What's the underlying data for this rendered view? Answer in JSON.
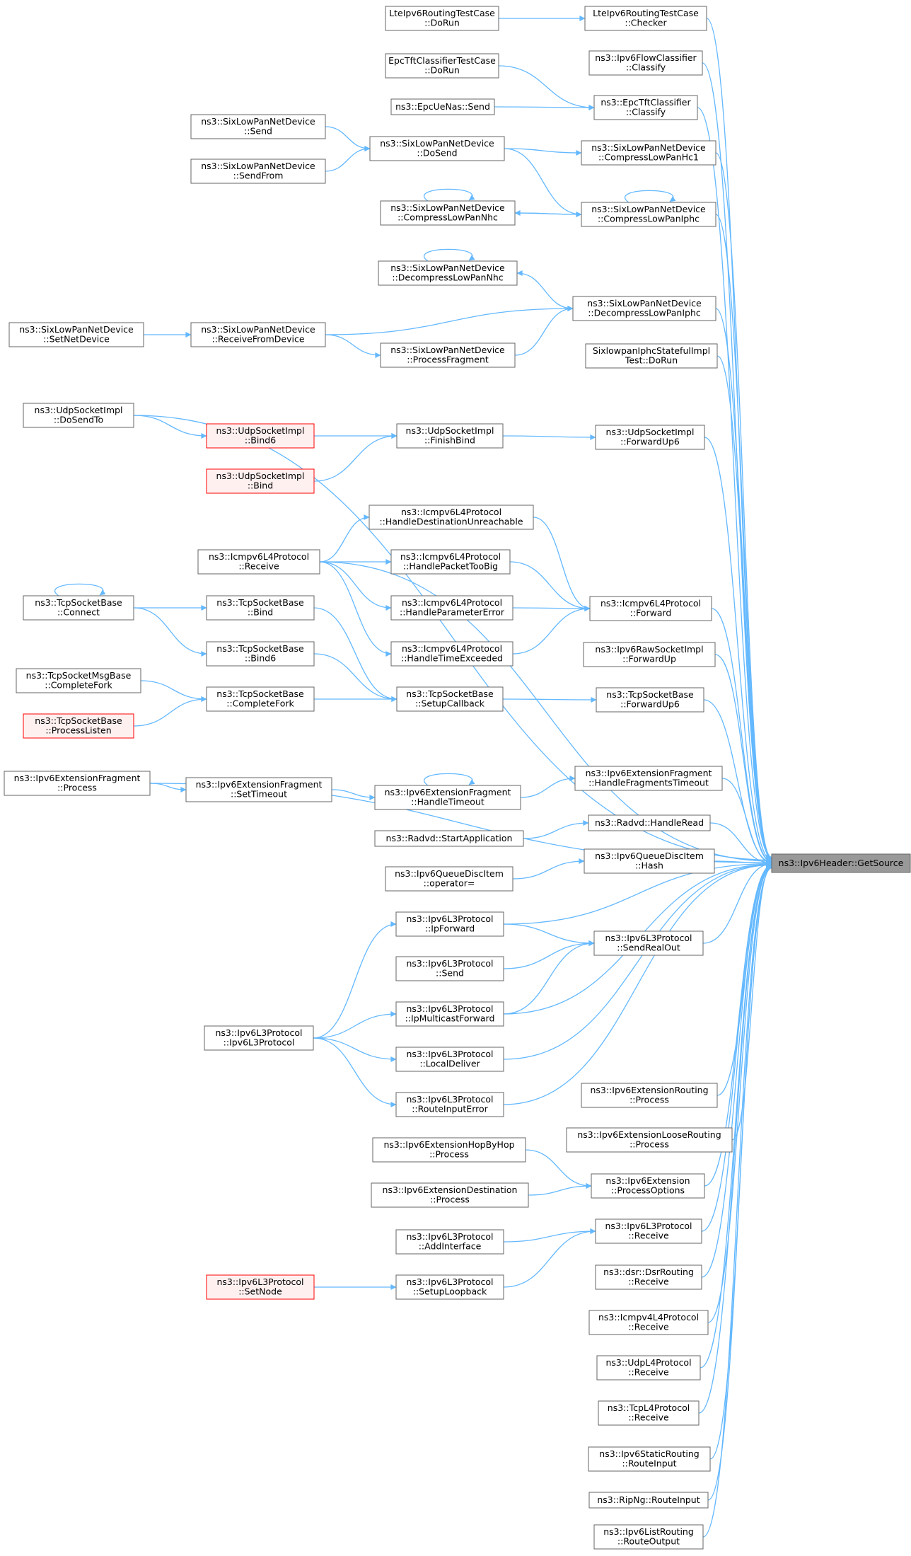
{
  "graph": {
    "title": "",
    "target": "ns3::Ipv6Header::GetSource",
    "colors": {
      "edge": "#63b8ff",
      "node_border": "#666666",
      "target_fill": "#999999",
      "highlight_border": "#ff0000",
      "highlight_fill": "#fff0f0"
    },
    "nodes": [
      {
        "id": "target",
        "lines": [
          "ns3::Ipv6Header::GetSource"
        ],
        "style": "target"
      },
      {
        "id": "lte_checker",
        "lines": [
          "LteIpv6RoutingTestCase",
          "::Checker"
        ]
      },
      {
        "id": "lte_dorun",
        "lines": [
          "LteIpv6RoutingTestCase",
          "::DoRun"
        ]
      },
      {
        "id": "flowclassifier",
        "lines": [
          "ns3::Ipv6FlowClassifier",
          "::Classify"
        ]
      },
      {
        "id": "epctft_dorun",
        "lines": [
          "EpcTftClassifierTestCase",
          "::DoRun"
        ]
      },
      {
        "id": "epcuenas_send",
        "lines": [
          "ns3::EpcUeNas::Send"
        ]
      },
      {
        "id": "epctft_classify",
        "lines": [
          "ns3::EpcTftClassifier",
          "::Classify"
        ]
      },
      {
        "id": "sl_send",
        "lines": [
          "ns3::SixLowPanNetDevice",
          "::Send"
        ]
      },
      {
        "id": "sl_sendfrom",
        "lines": [
          "ns3::SixLowPanNetDevice",
          "::SendFrom"
        ]
      },
      {
        "id": "sl_dosend",
        "lines": [
          "ns3::SixLowPanNetDevice",
          "::DoSend"
        ]
      },
      {
        "id": "sl_hc1",
        "lines": [
          "ns3::SixLowPanNetDevice",
          "::CompressLowPanHc1"
        ]
      },
      {
        "id": "sl_cnhc",
        "lines": [
          "ns3::SixLowPanNetDevice",
          "::CompressLowPanNhc"
        ]
      },
      {
        "id": "sl_ciphc",
        "lines": [
          "ns3::SixLowPanNetDevice",
          "::CompressLowPanIphc"
        ]
      },
      {
        "id": "sl_dnhc",
        "lines": [
          "ns3::SixLowPanNetDevice",
          "::DecompressLowPanNhc"
        ]
      },
      {
        "id": "sl_diphc",
        "lines": [
          "ns3::SixLowPanNetDevice",
          "::DecompressLowPanIphc"
        ]
      },
      {
        "id": "sl_setnet",
        "lines": [
          "ns3::SixLowPanNetDevice",
          "::SetNetDevice"
        ]
      },
      {
        "id": "sl_recv",
        "lines": [
          "ns3::SixLowPanNetDevice",
          "::ReceiveFromDevice"
        ]
      },
      {
        "id": "sl_procfrag",
        "lines": [
          "ns3::SixLowPanNetDevice",
          "::ProcessFragment"
        ]
      },
      {
        "id": "sixiphc_dorun",
        "lines": [
          "SixlowpanIphcStatefulImpl",
          "Test::DoRun"
        ]
      },
      {
        "id": "udp_dosendto",
        "lines": [
          "ns3::UdpSocketImpl",
          "::DoSendTo"
        ]
      },
      {
        "id": "udp_bind6",
        "lines": [
          "ns3::UdpSocketImpl",
          "::Bind6"
        ],
        "style": "red"
      },
      {
        "id": "udp_bind",
        "lines": [
          "ns3::UdpSocketImpl",
          "::Bind"
        ],
        "style": "red"
      },
      {
        "id": "udp_finishbind",
        "lines": [
          "ns3::UdpSocketImpl",
          "::FinishBind"
        ]
      },
      {
        "id": "udp_fwdup6",
        "lines": [
          "ns3::UdpSocketImpl",
          "::ForwardUp6"
        ]
      },
      {
        "id": "icmp6_hdu",
        "lines": [
          "ns3::Icmpv6L4Protocol",
          "::HandleDestinationUnreachable"
        ]
      },
      {
        "id": "icmp6_receive",
        "lines": [
          "ns3::Icmpv6L4Protocol",
          "::Receive"
        ]
      },
      {
        "id": "icmp6_hptb",
        "lines": [
          "ns3::Icmpv6L4Protocol",
          "::HandlePacketTooBig"
        ]
      },
      {
        "id": "icmp6_hpe",
        "lines": [
          "ns3::Icmpv6L4Protocol",
          "::HandleParameterError"
        ]
      },
      {
        "id": "icmp6_hte",
        "lines": [
          "ns3::Icmpv6L4Protocol",
          "::HandleTimeExceeded"
        ]
      },
      {
        "id": "icmp6_forward",
        "lines": [
          "ns3::Icmpv6L4Protocol",
          "::Forward"
        ]
      },
      {
        "id": "tcp_connect",
        "lines": [
          "ns3::TcpSocketBase",
          "::Connect"
        ]
      },
      {
        "id": "tcp_bind",
        "lines": [
          "ns3::TcpSocketBase",
          "::Bind"
        ]
      },
      {
        "id": "tcp_bind6",
        "lines": [
          "ns3::TcpSocketBase",
          "::Bind6"
        ]
      },
      {
        "id": "tcpmsg_cf",
        "lines": [
          "ns3::TcpSocketMsgBase",
          "::CompleteFork"
        ]
      },
      {
        "id": "tcp_proclisten",
        "lines": [
          "ns3::TcpSocketBase",
          "::ProcessListen"
        ],
        "style": "red"
      },
      {
        "id": "tcp_cf",
        "lines": [
          "ns3::TcpSocketBase",
          "::CompleteFork"
        ]
      },
      {
        "id": "tcp_setupcb",
        "lines": [
          "ns3::TcpSocketBase",
          "::SetupCallback"
        ]
      },
      {
        "id": "rawsock_fwdup",
        "lines": [
          "ns3::Ipv6RawSocketImpl",
          "::ForwardUp"
        ]
      },
      {
        "id": "tcp_fwdup6",
        "lines": [
          "ns3::TcpSocketBase",
          "::ForwardUp6"
        ]
      },
      {
        "id": "extfrag_process",
        "lines": [
          "ns3::Ipv6ExtensionFragment",
          "::Process"
        ]
      },
      {
        "id": "extfrag_settimeout",
        "lines": [
          "ns3::Ipv6ExtensionFragment",
          "::SetTimeout"
        ]
      },
      {
        "id": "extfrag_handletimeout",
        "lines": [
          "ns3::Ipv6ExtensionFragment",
          "::HandleTimeout"
        ]
      },
      {
        "id": "extfrag_hft",
        "lines": [
          "ns3::Ipv6ExtensionFragment",
          "::HandleFragmentsTimeout"
        ]
      },
      {
        "id": "radvd_start",
        "lines": [
          "ns3::Radvd::StartApplication"
        ]
      },
      {
        "id": "radvd_handleread",
        "lines": [
          "ns3::Radvd::HandleRead"
        ]
      },
      {
        "id": "qdisc_opeq",
        "lines": [
          "ns3::Ipv6QueueDiscItem",
          "::operator="
        ]
      },
      {
        "id": "qdisc_hash",
        "lines": [
          "ns3::Ipv6QueueDiscItem",
          "::Hash"
        ]
      },
      {
        "id": "l3_ipforward",
        "lines": [
          "ns3::Ipv6L3Protocol",
          "::IpForward"
        ]
      },
      {
        "id": "l3_send",
        "lines": [
          "ns3::Ipv6L3Protocol",
          "::Send"
        ]
      },
      {
        "id": "l3_sendrealout",
        "lines": [
          "ns3::Ipv6L3Protocol",
          "::SendRealOut"
        ]
      },
      {
        "id": "l3_ctor",
        "lines": [
          "ns3::Ipv6L3Protocol",
          "::Ipv6L3Protocol"
        ]
      },
      {
        "id": "l3_ipmcfwd",
        "lines": [
          "ns3::Ipv6L3Protocol",
          "::IpMulticastForward"
        ]
      },
      {
        "id": "l3_localdeliver",
        "lines": [
          "ns3::Ipv6L3Protocol",
          "::LocalDeliver"
        ]
      },
      {
        "id": "l3_routeinputerror",
        "lines": [
          "ns3::Ipv6L3Protocol",
          "::RouteInputError"
        ]
      },
      {
        "id": "extrouting_process",
        "lines": [
          "ns3::Ipv6ExtensionRouting",
          "::Process"
        ]
      },
      {
        "id": "extloose_process",
        "lines": [
          "ns3::Ipv6ExtensionLooseRouting",
          "::Process"
        ]
      },
      {
        "id": "exthbh_process",
        "lines": [
          "ns3::Ipv6ExtensionHopByHop",
          "::Process"
        ]
      },
      {
        "id": "extdest_process",
        "lines": [
          "ns3::Ipv6ExtensionDestination",
          "::Process"
        ]
      },
      {
        "id": "ext_procopts",
        "lines": [
          "ns3::Ipv6Extension",
          "::ProcessOptions"
        ]
      },
      {
        "id": "l3_addif",
        "lines": [
          "ns3::Ipv6L3Protocol",
          "::AddInterface"
        ]
      },
      {
        "id": "l3_setnode",
        "lines": [
          "ns3::Ipv6L3Protocol",
          "::SetNode"
        ],
        "style": "red"
      },
      {
        "id": "l3_setuploop",
        "lines": [
          "ns3::Ipv6L3Protocol",
          "::SetupLoopback"
        ]
      },
      {
        "id": "l3_receive",
        "lines": [
          "ns3::Ipv6L3Protocol",
          "::Receive"
        ]
      },
      {
        "id": "dsr_receive",
        "lines": [
          "ns3::dsr::DsrRouting",
          "::Receive"
        ]
      },
      {
        "id": "icmp4_receive",
        "lines": [
          "ns3::Icmpv4L4Protocol",
          "::Receive"
        ]
      },
      {
        "id": "udpl4_receive",
        "lines": [
          "ns3::UdpL4Protocol",
          "::Receive"
        ]
      },
      {
        "id": "tcpl4_receive",
        "lines": [
          "ns3::TcpL4Protocol",
          "::Receive"
        ]
      },
      {
        "id": "static_routeinput",
        "lines": [
          "ns3::Ipv6StaticRouting",
          "::RouteInput"
        ]
      },
      {
        "id": "ripng_routeinput",
        "lines": [
          "ns3::RipNg::RouteInput"
        ]
      },
      {
        "id": "list_routeoutput",
        "lines": [
          "ns3::Ipv6ListRouting",
          "::RouteOutput"
        ]
      }
    ],
    "edges": [
      [
        "lte_dorun",
        "lte_checker"
      ],
      [
        "epctft_dorun",
        "epctft_classify"
      ],
      [
        "epcuenas_send",
        "epctft_classify"
      ],
      [
        "sl_send",
        "sl_dosend"
      ],
      [
        "sl_sendfrom",
        "sl_dosend"
      ],
      [
        "sl_dosend",
        "sl_hc1"
      ],
      [
        "sl_dosend",
        "sl_ciphc"
      ],
      [
        "sl_cnhc",
        "sl_cnhc"
      ],
      [
        "sl_ciphc",
        "sl_ciphc"
      ],
      [
        "sl_ciphc",
        "sl_cnhc"
      ],
      [
        "sl_cnhc",
        "sl_ciphc"
      ],
      [
        "sl_dnhc",
        "sl_dnhc"
      ],
      [
        "sl_diphc",
        "sl_dnhc"
      ],
      [
        "sl_setnet",
        "sl_recv"
      ],
      [
        "sl_recv",
        "sl_diphc"
      ],
      [
        "sl_recv",
        "sl_procfrag"
      ],
      [
        "sl_procfrag",
        "sl_diphc"
      ],
      [
        "udp_dosendto",
        "udp_bind6"
      ],
      [
        "udp_bind6",
        "udp_finishbind"
      ],
      [
        "udp_bind",
        "udp_finishbind"
      ],
      [
        "udp_finishbind",
        "udp_fwdup6"
      ],
      [
        "icmp6_receive",
        "icmp6_hdu"
      ],
      [
        "icmp6_receive",
        "icmp6_hptb"
      ],
      [
        "icmp6_receive",
        "icmp6_hpe"
      ],
      [
        "icmp6_receive",
        "icmp6_hte"
      ],
      [
        "icmp6_hdu",
        "icmp6_forward"
      ],
      [
        "icmp6_hptb",
        "icmp6_forward"
      ],
      [
        "icmp6_hpe",
        "icmp6_forward"
      ],
      [
        "icmp6_hte",
        "icmp6_forward"
      ],
      [
        "tcp_connect",
        "tcp_connect"
      ],
      [
        "tcp_connect",
        "tcp_bind"
      ],
      [
        "tcp_connect",
        "tcp_bind6"
      ],
      [
        "tcpmsg_cf",
        "tcp_cf"
      ],
      [
        "tcp_proclisten",
        "tcp_cf"
      ],
      [
        "tcp_bind",
        "tcp_setupcb"
      ],
      [
        "tcp_bind6",
        "tcp_setupcb"
      ],
      [
        "tcp_cf",
        "tcp_setupcb"
      ],
      [
        "tcp_setupcb",
        "tcp_fwdup6"
      ],
      [
        "extfrag_process",
        "extfrag_settimeout"
      ],
      [
        "extfrag_settimeout",
        "extfrag_handletimeout"
      ],
      [
        "extfrag_handletimeout",
        "extfrag_handletimeout"
      ],
      [
        "extfrag_handletimeout",
        "extfrag_hft"
      ],
      [
        "radvd_start",
        "radvd_handleread"
      ],
      [
        "qdisc_opeq",
        "qdisc_hash"
      ],
      [
        "l3_ipforward",
        "l3_sendrealout"
      ],
      [
        "l3_send",
        "l3_sendrealout"
      ],
      [
        "l3_ipmcfwd",
        "l3_sendrealout"
      ],
      [
        "l3_ctor",
        "l3_ipforward"
      ],
      [
        "l3_ctor",
        "l3_ipmcfwd"
      ],
      [
        "l3_ctor",
        "l3_localdeliver"
      ],
      [
        "l3_ctor",
        "l3_routeinputerror"
      ],
      [
        "exthbh_process",
        "ext_procopts"
      ],
      [
        "extdest_process",
        "ext_procopts"
      ],
      [
        "l3_addif",
        "l3_receive"
      ],
      [
        "l3_setnode",
        "l3_setuploop"
      ],
      [
        "l3_setuploop",
        "l3_receive"
      ],
      [
        "lte_checker",
        "target"
      ],
      [
        "flowclassifier",
        "target"
      ],
      [
        "epctft_classify",
        "target"
      ],
      [
        "sl_hc1",
        "target"
      ],
      [
        "sl_ciphc",
        "target"
      ],
      [
        "sl_diphc",
        "target"
      ],
      [
        "sixiphc_dorun",
        "target"
      ],
      [
        "udp_dosendto",
        "target"
      ],
      [
        "udp_fwdup6",
        "target"
      ],
      [
        "icmp6_receive",
        "target"
      ],
      [
        "icmp6_forward",
        "target"
      ],
      [
        "rawsock_fwdup",
        "target"
      ],
      [
        "tcp_fwdup6",
        "target"
      ],
      [
        "extfrag_process",
        "target"
      ],
      [
        "extfrag_hft",
        "target"
      ],
      [
        "radvd_handleread",
        "target"
      ],
      [
        "qdisc_hash",
        "target"
      ],
      [
        "l3_ipforward",
        "target"
      ],
      [
        "l3_sendrealout",
        "target"
      ],
      [
        "l3_ipmcfwd",
        "target"
      ],
      [
        "l3_localdeliver",
        "target"
      ],
      [
        "l3_routeinputerror",
        "target"
      ],
      [
        "extrouting_process",
        "target"
      ],
      [
        "extloose_process",
        "target"
      ],
      [
        "ext_procopts",
        "target"
      ],
      [
        "l3_receive",
        "target"
      ],
      [
        "dsr_receive",
        "target"
      ],
      [
        "icmp4_receive",
        "target"
      ],
      [
        "udpl4_receive",
        "target"
      ],
      [
        "tcpl4_receive",
        "target"
      ],
      [
        "static_routeinput",
        "target"
      ],
      [
        "ripng_routeinput",
        "target"
      ],
      [
        "list_routeoutput",
        "target"
      ]
    ]
  }
}
